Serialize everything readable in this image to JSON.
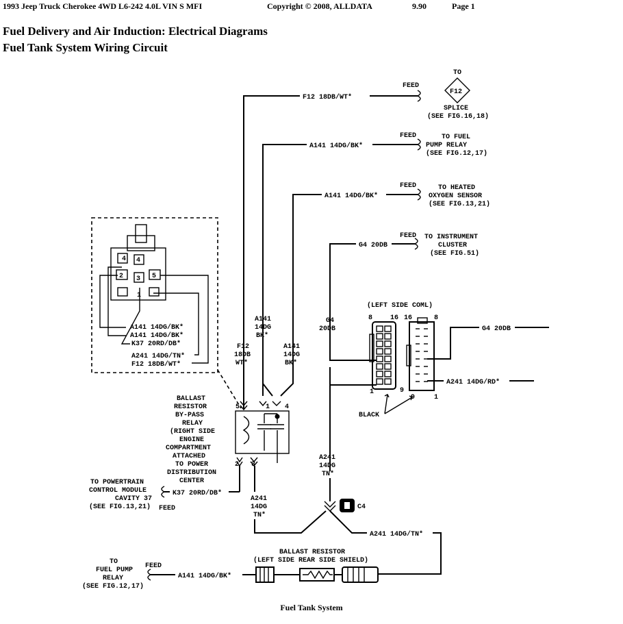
{
  "header": {
    "vehicle": "1993 Jeep Truck Cherokee 4WD L6-242 4.0L VIN S MFI",
    "copyright": "Copyright © 2008, ALLDATA",
    "version": "9.90",
    "page": "Page 1"
  },
  "title": "Fuel Delivery and Air Induction: Electrical Diagrams",
  "subtitle": "Fuel Tank System Wiring Circuit",
  "caption": "Fuel Tank System",
  "diagram": {
    "top_wires": [
      {
        "wire": "F12 18DB/WT*",
        "feed": "FEED",
        "dest": [
          "TO",
          "F12",
          "SPLICE",
          "(SEE FIG.16,18)"
        ]
      },
      {
        "wire": "A141 14DG/BK*",
        "feed": "FEED",
        "dest": [
          "TO FUEL",
          "PUMP RELAY",
          "(SEE FIG.12,17)"
        ]
      },
      {
        "wire": "A141 14DG/BK*",
        "feed": "FEED",
        "dest": [
          "TO HEATED",
          "OXYGEN SENSOR",
          "(SEE FIG.13,21)"
        ]
      },
      {
        "wire": "G4 20DB",
        "feed": "FEED",
        "dest": [
          "TO INSTRUMENT",
          "CLUSTER",
          "(SEE FIG.51)"
        ]
      }
    ],
    "relay_connector": {
      "pins": [
        "4",
        "2",
        "3",
        "5",
        "1"
      ],
      "wires": [
        "A141 14DG/BK*",
        "A141 14DG/BK*",
        "K37 20RD/DB*",
        "A241 14DG/TN*",
        "F12 18DB/WT*"
      ]
    },
    "vertical_labels": {
      "f12": [
        "F12",
        "18DB",
        "WT*"
      ],
      "a141_left": [
        "A141",
        "14DG",
        "BK*"
      ],
      "a141_right": [
        "A141",
        "14DG",
        "BK*"
      ],
      "g4": [
        "G4",
        "20DB"
      ],
      "a241_relay": [
        "A241",
        "14DG",
        "TN*"
      ],
      "a241_coml": [
        "A241",
        "14DG",
        "TN*"
      ]
    },
    "relay": {
      "label": [
        "BALLAST",
        "RESISTOR",
        "BY-PASS",
        "RELAY",
        "(RIGHT SIDE",
        "ENGINE",
        "COMPARTMENT",
        "ATTACHED",
        "TO POWER",
        "DISTRIBUTION",
        "CENTER"
      ],
      "pins": [
        "5",
        "1",
        "4",
        "2",
        "3"
      ]
    },
    "coml": {
      "label": "(LEFT SIDE COML)",
      "left_nums": [
        "8",
        "16"
      ],
      "right_nums": [
        "16",
        "8"
      ],
      "bottom_left": [
        "1",
        "9"
      ],
      "bottom_right": [
        "9",
        "1"
      ],
      "color": "BLACK",
      "g4_out": "G4 20DB",
      "a241_out": "A241 14DG/RD*"
    },
    "pcm": {
      "dest": [
        "TO POWERTRAIN",
        "CONTROL MODULE",
        "CAVITY 37",
        "(SEE FIG.13,21)"
      ],
      "feed": "FEED",
      "wire": "K37 20RD/DB*"
    },
    "c4": "C4",
    "a241_bottom": "A241 14DG/TN*",
    "ballast": {
      "label": [
        "BALLAST RESISTOR",
        "(LEFT SIDE REAR SIDE SHIELD)"
      ],
      "wire": "A141 14DG/BK*",
      "feed": "FEED",
      "dest": [
        "TO",
        "FUEL PUMP",
        "RELAY",
        "(SEE FIG.12,17)"
      ]
    }
  }
}
